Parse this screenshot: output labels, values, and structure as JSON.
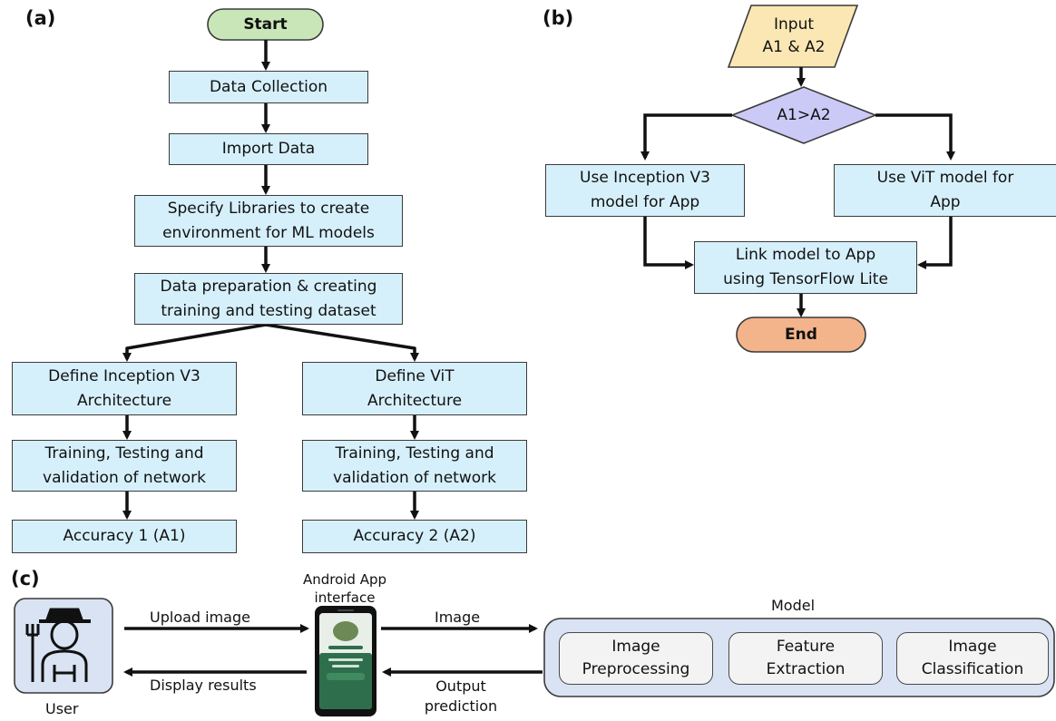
{
  "panels": {
    "a": "(a)",
    "b": "(b)",
    "c": "(c)"
  },
  "panel_a": {
    "start": "Start",
    "data_collection": "Data Collection",
    "import_data": "Import Data",
    "specify_libraries": "Specify Libraries to create\nenvironment for ML models",
    "data_preparation": "Data preparation & creating\ntraining and testing dataset",
    "define_inception": "Define Inception V3\nArchitecture",
    "define_vit": "Define ViT\nArchitecture",
    "training_left": "Training, Testing and\nvalidation of network",
    "training_right": "Training, Testing and\nvalidation of network",
    "accuracy_1": "Accuracy 1 (A1)",
    "accuracy_2": "Accuracy 2 (A2)"
  },
  "panel_b": {
    "input": "Input\nA1 & A2",
    "decision": "A1>A2",
    "use_inception": "Use Inception V3\nmodel for App",
    "use_vit": "Use ViT model for\nApp",
    "link_model": "Link model to App\nusing TensorFlow Lite",
    "end": "End"
  },
  "panel_c": {
    "user": "User",
    "upload_image": "Upload image",
    "display_results": "Display results",
    "android_app": "Android App\ninterface",
    "image": "Image",
    "output_prediction": "Output\nprediction",
    "model": "Model",
    "image_preprocessing": "Image\nPreprocessing",
    "feature_extraction": "Feature\nExtraction",
    "image_classification": "Image\nClassification"
  },
  "colors": {
    "box_fill": "#d6f0fb",
    "start_fill": "#c9e6b8",
    "input_fill": "#fbe7b3",
    "decision_fill": "#cbc9f5",
    "end_fill": "#f3b48b",
    "model_panel_fill": "#d9e3f3",
    "user_panel_fill": "#d9e3f3",
    "phone_screen": "#2f6e4c"
  }
}
